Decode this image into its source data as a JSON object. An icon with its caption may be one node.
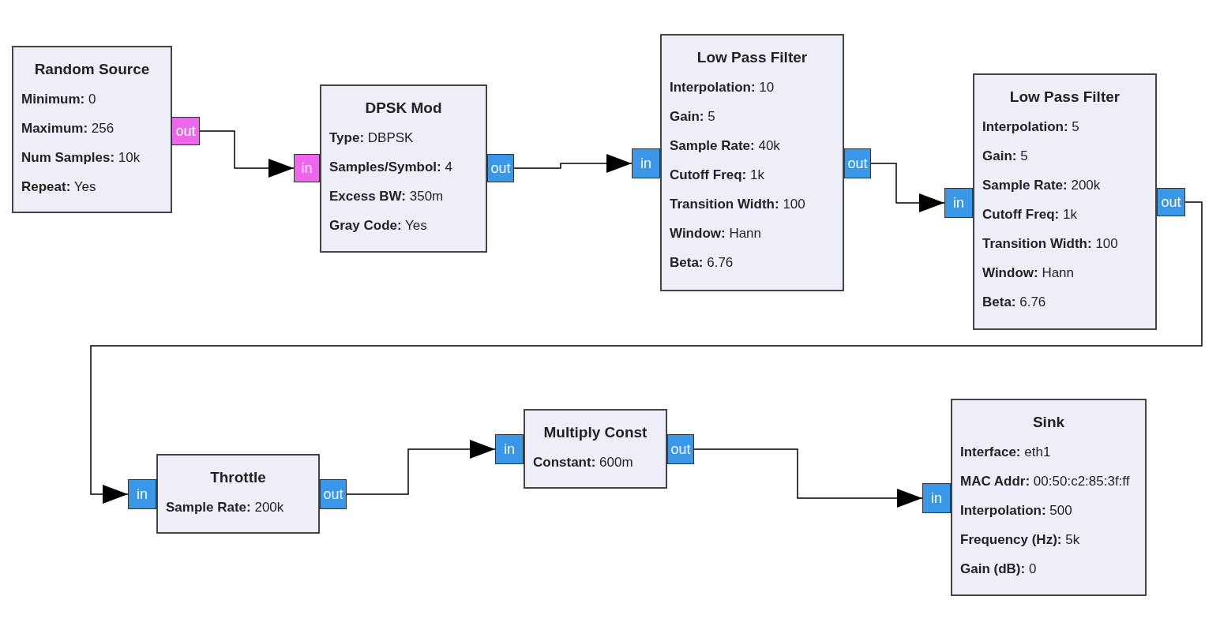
{
  "diagram": {
    "nodes": [
      {
        "text": [
          "Random Source",
          "**Minimum:** 0",
          "**Maximum:** 256",
          "**Num Samples:** 10k",
          "**Repeat:** Yes"
        ]
      },
      {
        "text": [
          "out"
        ]
      },
      {
        "text": [
          "in"
        ]
      },
      {
        "text": [
          "DPSK Mod",
          "**Type:** DBPSK",
          "**Samples/Symbol:** 4",
          "**Excess BW:** 350m",
          "**Gray Code:** Yes"
        ]
      },
      {
        "text": [
          "out"
        ]
      },
      {
        "text": [
          "in"
        ]
      },
      {
        "text": [
          "Low Pass Filter",
          "**Interpolation:** 10",
          "**Gain:** 5",
          "**Sample Rate:** 40k",
          "**Cutoff Freq:** 1k",
          "**Transition Width:** 100",
          "**Window:** Hann",
          "**Beta:** 6.76"
        ]
      },
      {
        "text": [
          "out"
        ]
      },
      {
        "text": [
          "in"
        ]
      },
      {
        "text": [
          "Low Pass Filter",
          "**Interpolation:** 5",
          "**Gain:** 5",
          "**Sample Rate:** 200k",
          "**Cutoff Freq:** 1k",
          "**Transition Width:** 100",
          "**Window:** Hann",
          "**Beta:** 6.76"
        ]
      },
      {
        "text": [
          "out"
        ]
      },
      {
        "text": [
          "in"
        ]
      },
      {
        "text": [
          "Throttle",
          "**Sample Rate:** 200k"
        ]
      },
      {
        "text": [
          "out"
        ]
      },
      {
        "text": [
          "in"
        ]
      },
      {
        "text": [
          "Multiply Const",
          "**Constant:** 600m"
        ]
      },
      {
        "text": [
          "out"
        ]
      },
      {
        "text": [
          "in"
        ]
      },
      {
        "text": [
          "Sink",
          "**Interface:** eth1",
          "**MAC Addr:** 00:50:c2:85:3f:ff",
          "**Interpolation:** 500",
          "**Frequency (Hz):** 5k",
          "**Gain (dB):** 0"
        ]
      }
    ],
    "edges": [
      {
        "from": 1,
        "to": 2,
        "arrow": "to"
      },
      {
        "from": 4,
        "to": 5,
        "arrow": "to"
      },
      {
        "from": 7,
        "to": 8,
        "arrow": "to"
      },
      {
        "from": 10,
        "to": 11,
        "arrow": "to"
      },
      {
        "from": 13,
        "to": 14,
        "arrow": "to"
      },
      {
        "from": 16,
        "to": 17,
        "arrow": "to"
      }
    ]
  }
}
